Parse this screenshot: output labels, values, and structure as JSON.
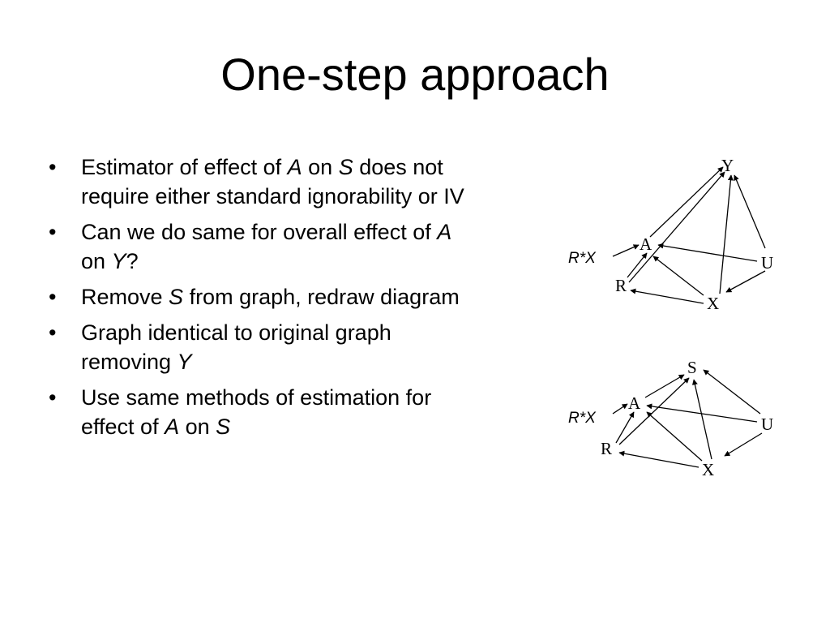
{
  "slide": {
    "title": "One-step approach",
    "bullet_glyph": "•",
    "bullets": [
      {
        "lines": [
          {
            "a": "Estimator of effect of ",
            "b": "A",
            "c": " on ",
            "d": "S",
            "e": " does not"
          },
          {
            "a": "require either standard ignorability or IV"
          }
        ]
      },
      {
        "lines": [
          {
            "a": "Can we do same for overall effect of ",
            "b": "A"
          },
          {
            "a": "on ",
            "b": "Y",
            "c": "?"
          }
        ]
      },
      {
        "lines": [
          {
            "a": "Remove ",
            "b": "S",
            "c": " from graph, redraw diagram"
          }
        ]
      },
      {
        "lines": [
          {
            "a": "Graph identical to original graph"
          },
          {
            "a": "removing ",
            "b": "Y"
          }
        ]
      },
      {
        "lines": [
          {
            "a": "Use same methods of estimation for"
          },
          {
            "a": "effect of ",
            "b": "A",
            "c": " on ",
            "d": "S"
          }
        ]
      }
    ]
  },
  "diagram_top": {
    "nodes": {
      "outcome": "Y",
      "treatment": "A",
      "instrument": "R",
      "confounder": "U",
      "covariate": "X"
    },
    "interaction_label": "R*X"
  },
  "diagram_bottom": {
    "nodes": {
      "outcome": "S",
      "treatment": "A",
      "instrument": "R",
      "confounder": "U",
      "covariate": "X"
    },
    "interaction_label": "R*X"
  }
}
